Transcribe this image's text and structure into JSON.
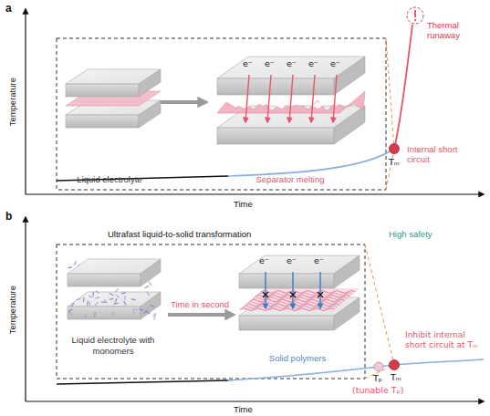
{
  "diagram": {
    "nodes": [
      {
        "text": [
          "Liquid electrolyte"
        ]
      },
      {
        "text": [
          "Separator melting"
        ]
      },
      {
        "text": [
          "Liquid electrolyte with monomers"
        ]
      },
      {
        "text": [
          "Solid polymers"
        ]
      }
    ],
    "edges": [
      {
        "from": 0,
        "to": 1,
        "arrow": "to"
      },
      {
        "from": 2,
        "to": 3,
        "label": "Time in second",
        "arrow": "to"
      }
    ],
    "labels": [
      "a",
      "Temperature",
      "Time",
      "e⁻",
      "e⁻",
      "e⁻",
      "e⁻",
      "e⁻",
      "Thermal runaway",
      "Internal short circuit",
      "Tₘ",
      "b",
      "Ultrafast liquid-to-solid transformation",
      "High safety",
      "Temperature",
      "Time",
      "e⁻",
      "e⁻",
      "e⁻",
      "Tₚ",
      "(tunable Tₚ)",
      "Tₘ",
      "Inhibit internal short circuit at Tₘ"
    ]
  }
}
